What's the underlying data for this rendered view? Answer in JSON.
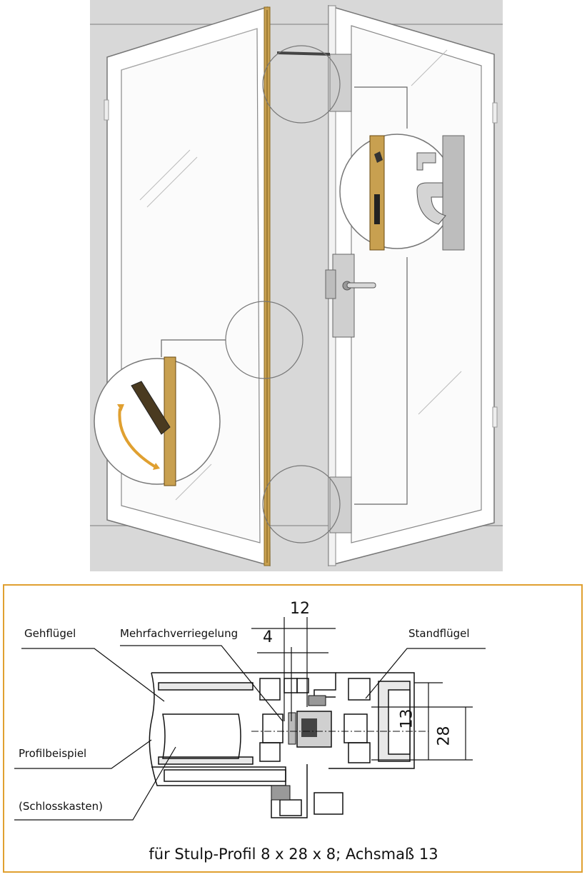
{
  "diagram": {
    "labels": {
      "gehfluegel": "Gehflügel",
      "mehrfachverriegelung": "Mehrfachverriegelung",
      "standfluegel": "Standflügel",
      "profilbeispiel": "Profilbeispiel",
      "schlosskasten": "(Schlosskasten)"
    },
    "dimensions": {
      "d12": "12",
      "d4": "4",
      "d13": "13",
      "d28": "28"
    },
    "caption": "für Stulp-Profil 8 x 28 x 8; Achsmaß 13",
    "colors": {
      "accent": "#e0a030",
      "gold": "#b8862a",
      "photo_bg": "#d6d6d6"
    }
  }
}
